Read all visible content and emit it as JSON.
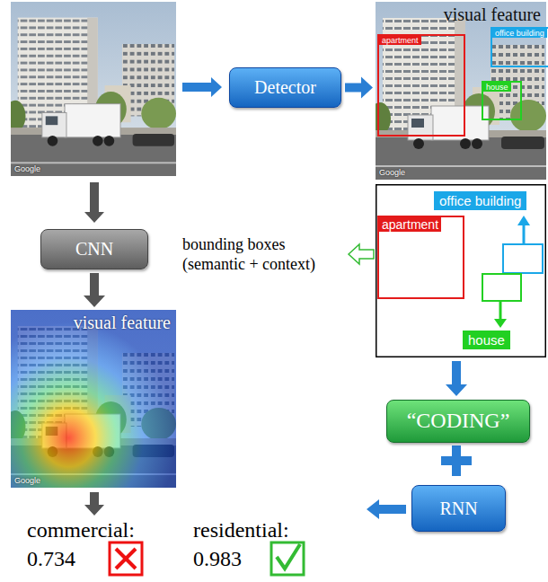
{
  "diagram": {
    "nodes": [
      {
        "text": [
          "visual feature"
        ]
      },
      {
        "text": [
          "apartment"
        ],
        "in": 0
      },
      {
        "text": [
          "office building"
        ],
        "in": 0
      },
      {
        "text": [
          "house"
        ],
        "in": 0
      },
      {
        "text": [
          "Detector"
        ]
      },
      {
        "text": [
          "CNN"
        ]
      },
      {
        "text": [
          "visual feature"
        ]
      },
      {
        "text": [
          "apartment"
        ]
      },
      {
        "text": [
          "office building"
        ]
      },
      {
        "text": [
          "house"
        ]
      },
      {
        "text": [
          "“CODING”"
        ]
      },
      {
        "text": [
          "RNN"
        ]
      }
    ],
    "edges": [
      {
        "from": 4,
        "to": 0,
        "arrow": "to"
      },
      {
        "from": 5,
        "to": 6,
        "arrow": "to"
      }
    ],
    "labels": [
      "Google",
      "Google",
      "Google",
      "bounding boxes (semantic + context)",
      "commercial:",
      "0.734",
      "residential:",
      "0.983"
    ]
  }
}
